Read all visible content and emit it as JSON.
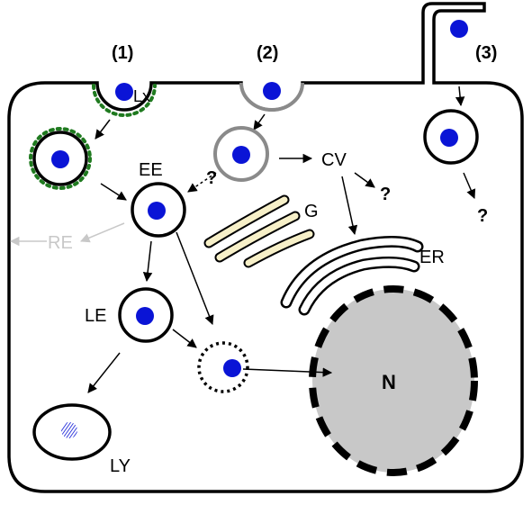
{
  "pathways": {
    "p1": "(1)",
    "p2": "(2)",
    "p3": "(3)"
  },
  "labels": {
    "lx": "Lx",
    "ee": "EE",
    "re": "RE",
    "le": "LE",
    "ly": "LY",
    "cv": "CV",
    "g": "G",
    "er": "ER",
    "n": "N",
    "q_ee": "?",
    "q_cv": "?",
    "q_p3": "?"
  },
  "colors": {
    "cargo": "#0a14d6",
    "clathrin_coat": "#1f7a1f",
    "caveolar_membrane": "#8a8a8a",
    "golgi": "#f7f0c8",
    "nucleus": "#c8c8c8",
    "faded": "#c8c8c8"
  }
}
